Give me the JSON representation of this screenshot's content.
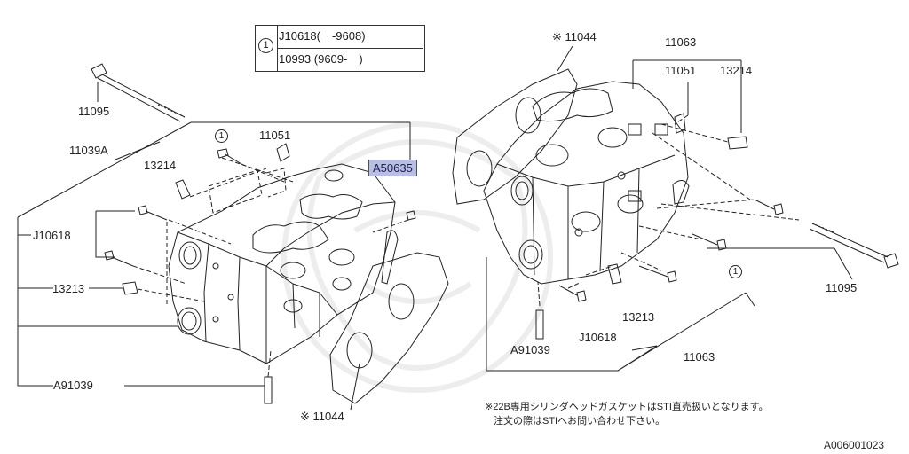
{
  "legend": {
    "number": "1",
    "row1": "J10618(　-9608)",
    "row2": "10993 (9609-　)"
  },
  "callouts": {
    "left_11095": "11095",
    "left_11039A": "11039A",
    "left_13214": "13214",
    "left_11051": "11051",
    "left_circle_1": "1",
    "left_J10618": "J10618",
    "left_13213": "13213",
    "left_A91039": "A91039",
    "left_11044": "※ 11044",
    "highlight_A50635": "A50635",
    "right_11044": "※ 11044",
    "right_11063_top": "11063",
    "right_11051": "11051",
    "right_13214": "13214",
    "right_circle_1": "1",
    "right_11095": "11095",
    "right_13213": "13213",
    "right_J10618": "J10618",
    "right_A91039": "A91039",
    "right_11063_bottom": "11063"
  },
  "notes": {
    "line1": "※22B専用シリンダヘッドガスケットはSTI直売扱いとなります。",
    "line2": "注文の際はSTIへお問い合わせ下さい。"
  },
  "footer_code": "A006001023"
}
